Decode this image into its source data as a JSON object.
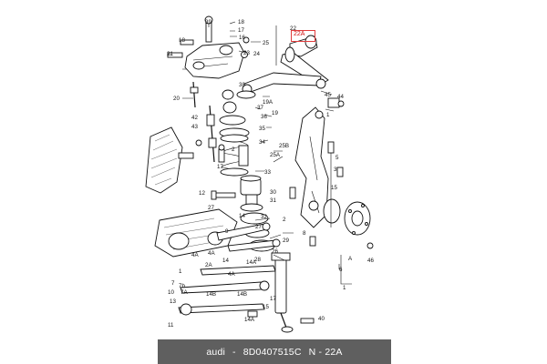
{
  "caption": {
    "brand": "audi",
    "part_number": "8D0407515C",
    "separator": "-",
    "ref": "N - 22A"
  },
  "highlight": {
    "label": "22A",
    "color": "#e03c3c"
  },
  "callouts": [
    "39",
    "18",
    "17",
    "16",
    "25",
    "22",
    "22A",
    "21",
    "23",
    "24",
    "19",
    "20",
    "18",
    "38",
    "19A",
    "45",
    "44",
    "42",
    "43",
    "36",
    "37",
    "1",
    "35",
    "34",
    "17",
    "33",
    "25B",
    "25A",
    "5",
    "3",
    "15",
    "30",
    "31",
    "2",
    "14",
    "27",
    "26",
    "28",
    "29",
    "14",
    "4A",
    "14A",
    "4A",
    "1",
    "7",
    "7A",
    "7b",
    "14B",
    "15",
    "14A",
    "40",
    "46",
    "A",
    "14B",
    "13",
    "12",
    "10",
    "11",
    "6",
    "8",
    "27",
    "32",
    "9",
    "2",
    "17",
    "1",
    "2A",
    "4A",
    "14"
  ]
}
